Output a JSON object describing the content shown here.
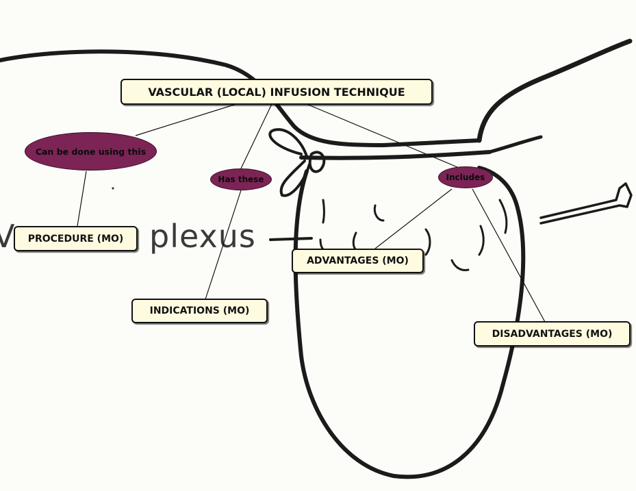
{
  "background": {
    "label": "plexus",
    "label_fragment": "V",
    "stroke_color": "#1a1a1a"
  },
  "colors": {
    "node_fill": "#fffbe0",
    "node_border": "#111111",
    "link_fill": "#7b2455"
  },
  "nodes": {
    "root": "VASCULAR (LOCAL) INFUSION TECHNIQUE",
    "procedure": "PROCEDURE (MO)",
    "indications": "INDICATIONS (MO)",
    "advantages": "ADVANTAGES (MO)",
    "disadvantages": "DISADVANTAGES (MO)"
  },
  "links": {
    "can_be_done": "Can be done using this",
    "has_these": "Has these",
    "includes": "Includes"
  }
}
